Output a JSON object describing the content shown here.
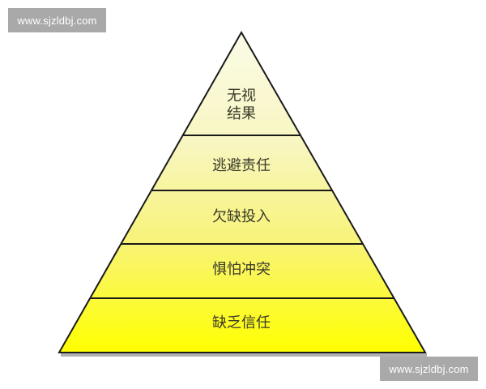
{
  "watermarks": {
    "top_left": "www.sjzldbj.com",
    "bottom_right": "www.sjzldbj.com"
  },
  "pyramid": {
    "levels_top_to_bottom": [
      {
        "line1": "无视",
        "line2": "结果"
      },
      {
        "text": "逃避责任"
      },
      {
        "text": "欠缺投入"
      },
      {
        "text": "惧怕冲突"
      },
      {
        "text": "缺乏信任"
      }
    ],
    "colors": {
      "top_fill": "#fbfbe4",
      "bottom_fill": "#ffff00",
      "outline": "#1a1a1a",
      "shadow": "#a9a9a9"
    }
  }
}
